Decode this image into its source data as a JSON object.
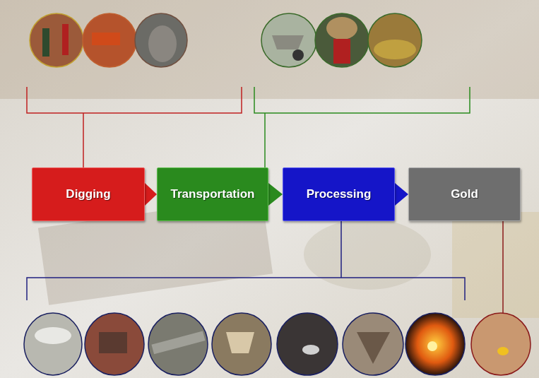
{
  "diagram": {
    "nodes": [
      {
        "text": [
          "Digging"
        ]
      },
      {
        "text": [
          "Transportation"
        ]
      },
      {
        "text": [
          "Processing"
        ]
      },
      {
        "text": [
          "Gold"
        ]
      }
    ],
    "edges": [
      {
        "from": 0,
        "to": 1,
        "arrow": "to"
      },
      {
        "from": 1,
        "to": 2,
        "arrow": "to"
      },
      {
        "from": 2,
        "to": 3,
        "arrow": "to"
      }
    ]
  }
}
